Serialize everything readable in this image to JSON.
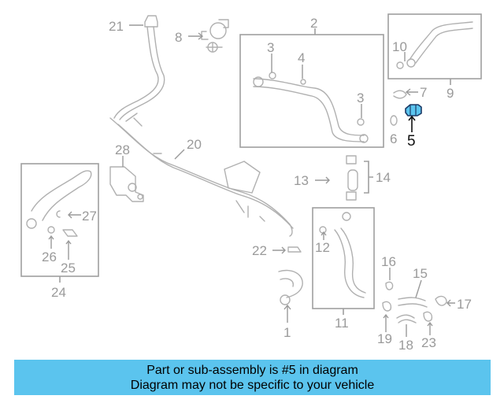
{
  "diagram": {
    "callouts": [
      "1",
      "2",
      "3",
      "3",
      "4",
      "5",
      "6",
      "7",
      "8",
      "9",
      "10",
      "11",
      "12",
      "13",
      "14",
      "15",
      "16",
      "17",
      "18",
      "19",
      "20",
      "21",
      "22",
      "23",
      "24",
      "25",
      "26",
      "27",
      "28"
    ],
    "highlighted_part": "5",
    "highlight_color": "#5bc4ee"
  },
  "banner": {
    "line1": "Part or sub-assembly is #5 in diagram",
    "line2": "Diagram may not be specific to your vehicle",
    "background": "#5bc4ee"
  }
}
